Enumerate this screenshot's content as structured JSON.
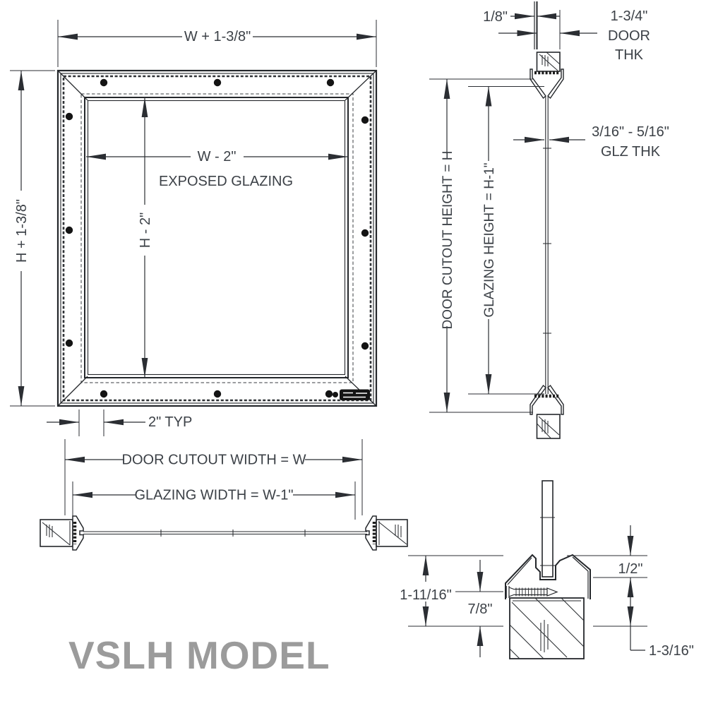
{
  "drawing": {
    "model_name": "VSLH MODEL",
    "front_view": {
      "overall_width": "W + 1-3/8\"",
      "overall_height": "H + 1-3/8\"",
      "exposed_width": "W - 2\"",
      "exposed_height": "H - 2\"",
      "exposed_area": "EXPOSED GLAZING",
      "frame_face": "2\" TYP"
    },
    "vertical_section": {
      "flange_gap": "1/8\"",
      "door_thickness": [
        "1-3/4\"",
        "DOOR",
        "THK"
      ],
      "glazing_thickness": [
        "3/16\" - 5/16\"",
        "GLZ THK"
      ],
      "cutout_height": "DOOR CUTOUT HEIGHT = H",
      "glazing_height": "GLAZING HEIGHT = H-1\""
    },
    "horizontal_section": {
      "cutout_width": "DOOR CUTOUT WIDTH = W",
      "glazing_width": "GLAZING WIDTH = W-1\""
    },
    "detail_view": {
      "frame_height": "1-11/16\"",
      "screw_offset": "7/8\"",
      "glass_bite": "1/2\"",
      "lip_depth": "1-3/16\""
    },
    "colors": {
      "line": "#2b2e33",
      "text": "#3c4147",
      "model_gray": "#9b9b9b"
    }
  }
}
